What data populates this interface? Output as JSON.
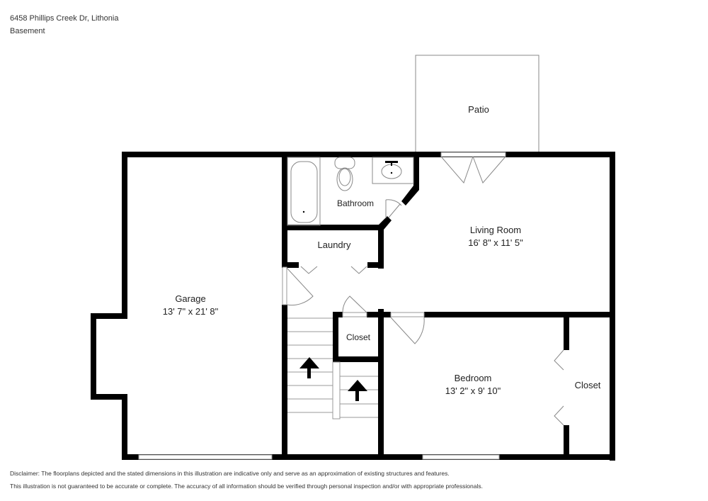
{
  "header": {
    "address": "6458 Phillips Creek Dr, Lithonia",
    "level": "Basement"
  },
  "rooms": {
    "patio": {
      "name": "Patio"
    },
    "bathroom": {
      "name": "Bathroom"
    },
    "laundry": {
      "name": "Laundry"
    },
    "living_room": {
      "name": "Living Room",
      "dimensions": "16' 8\" x 11' 5\""
    },
    "garage": {
      "name": "Garage",
      "dimensions": "13' 7\" x 21' 8\""
    },
    "closet_hall": {
      "name": "Closet"
    },
    "bedroom": {
      "name": "Bedroom",
      "dimensions": "13' 2\" x 9' 10\""
    },
    "closet_bedroom": {
      "name": "Closet"
    }
  },
  "disclaimer": {
    "line1": "Disclaimer: The floorplans depicted and the stated dimensions in this illustration are indicative only and serve as an approximation of existing structures and features.",
    "line2": "This illustration is not guaranteed to be accurate or complete. The accuracy of all information should be verified through personal inspection and/or with appropriate professionals."
  },
  "icons": {
    "stairs_up_1": "arrow-up",
    "stairs_up_2": "arrow-up"
  }
}
